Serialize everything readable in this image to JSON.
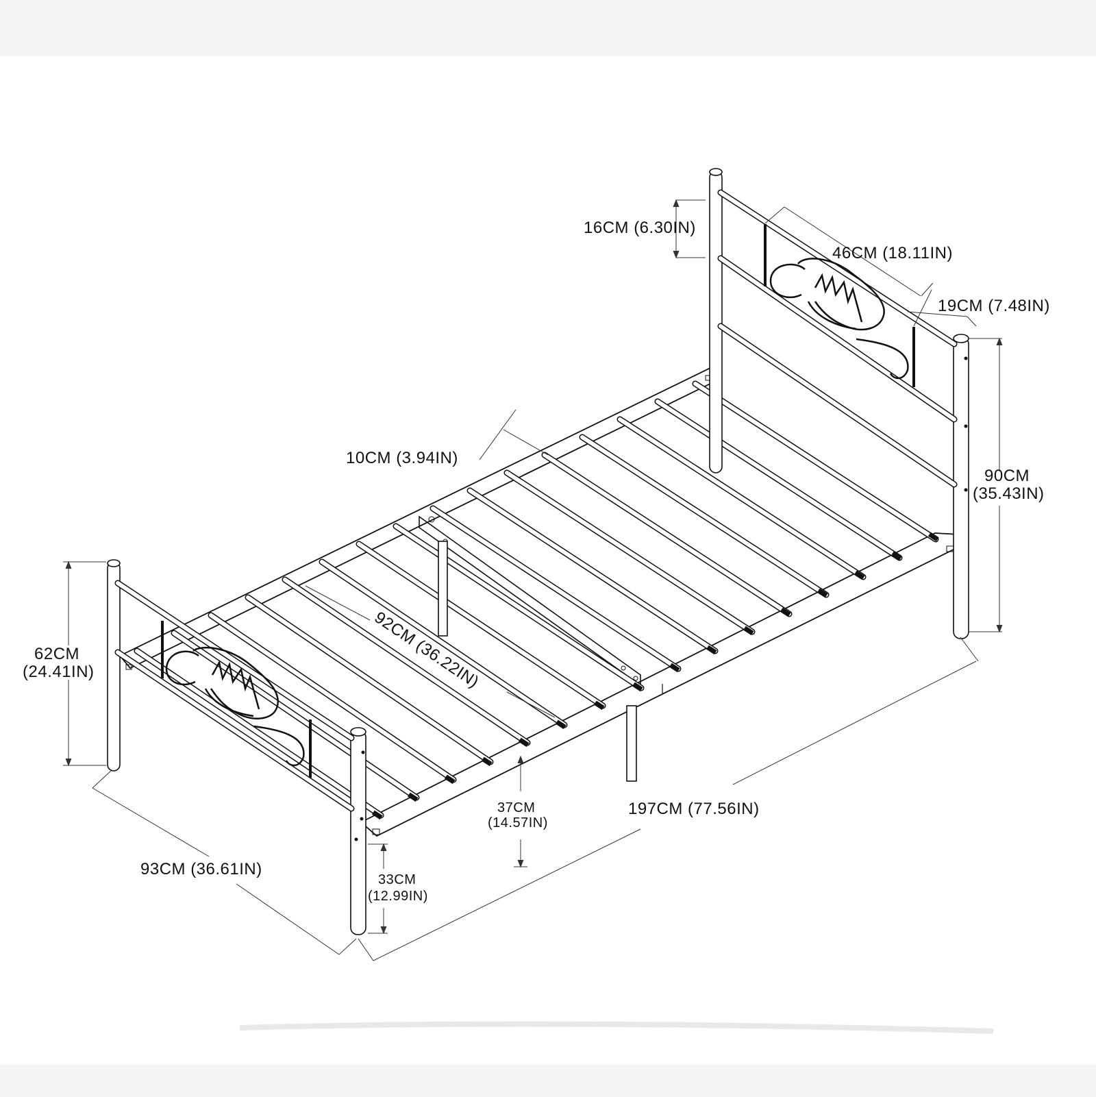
{
  "dimensions": {
    "headboard_gap": "16CM (6.30IN)",
    "headboard_panel_width": "46CM (18.11IN)",
    "headboard_panel_height": "19CM (7.48IN)",
    "headboard_height_cm": "90CM",
    "headboard_height_in": "(35.43IN)",
    "slat_spacing": "10CM (3.94IN)",
    "inner_width": "92CM (36.22IN)",
    "footboard_height_cm": "62CM",
    "footboard_height_in": "(24.41IN)",
    "under_bed_clearance_cm": "37CM",
    "under_bed_clearance_in": "(14.57IN)",
    "overall_length": "197CM (77.56IN)",
    "overall_width": "93CM (36.61IN)",
    "side_rail_height_cm": "33CM",
    "side_rail_height_in": "(12.99IN)"
  },
  "colors": {
    "line": "#111111",
    "background": "#ffffff",
    "band": "#f5f5f3"
  }
}
